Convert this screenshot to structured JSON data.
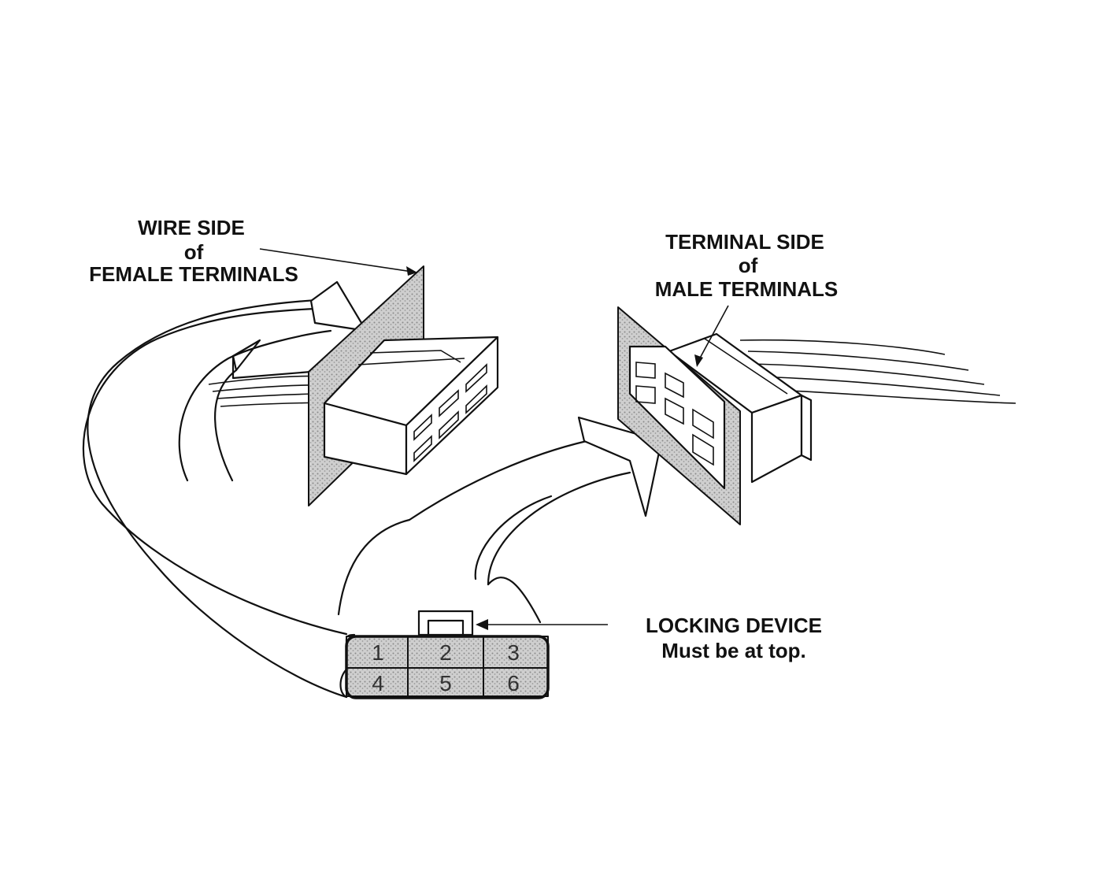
{
  "labels": {
    "wire_side": [
      "WIRE SIDE",
      "of",
      "FEMALE TERMINALS"
    ],
    "terminal_side": [
      "TERMINAL SIDE",
      "of",
      "MALE TERMINALS"
    ],
    "locking": [
      "LOCKING DEVICE",
      "Must be at top."
    ]
  },
  "pins": [
    "1",
    "2",
    "3",
    "4",
    "5",
    "6"
  ],
  "colors": {
    "ink": "#111111",
    "stipple": "#b8b8b8",
    "background": "#ffffff"
  }
}
